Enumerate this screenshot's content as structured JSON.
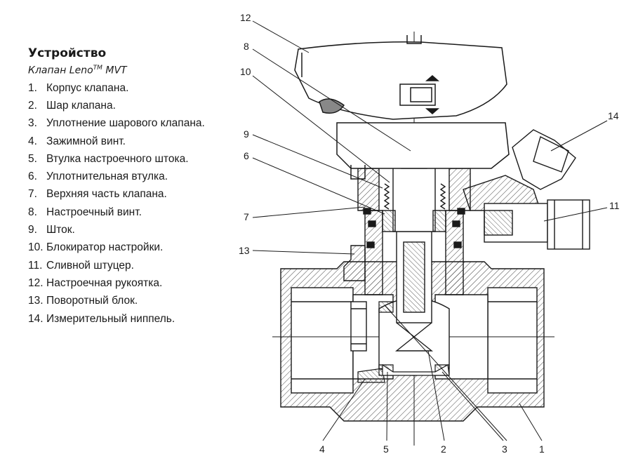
{
  "legend": {
    "title": "Устройство",
    "subtitle_prefix": "Клапан Leno",
    "subtitle_sup": "TM",
    "subtitle_suffix": " MVT",
    "items": [
      {
        "num": "1.",
        "text": "Корпус клапана."
      },
      {
        "num": "2.",
        "text": "Шар клапана."
      },
      {
        "num": "3.",
        "text": "Уплотнение шарового клапана."
      },
      {
        "num": "4.",
        "text": "Зажимной винт."
      },
      {
        "num": "5.",
        "text": "Втулка настроечного штока."
      },
      {
        "num": "6.",
        "text": "Уплотнительная втулка."
      },
      {
        "num": "7.",
        "text": "Верхняя часть клапана."
      },
      {
        "num": "8.",
        "text": "Настроечный винт."
      },
      {
        "num": "9.",
        "text": "Шток."
      },
      {
        "num": "10.",
        "text": "Блокиратор настройки."
      },
      {
        "num": "11.",
        "text": "Сливной штуцер."
      },
      {
        "num": "12.",
        "text": "Настроечная рукоятка."
      },
      {
        "num": "13.",
        "text": "Поворотный блок."
      },
      {
        "num": "14.",
        "text": "Измерительный ниппель."
      }
    ]
  },
  "callouts": {
    "c12": "12",
    "c8": "8",
    "c10": "10",
    "c9": "9",
    "c6": "6",
    "c7": "7",
    "c13": "13",
    "c14": "14",
    "c11": "11",
    "c4": "4",
    "c5": "5",
    "c2": "2",
    "c3": "3",
    "c1": "1"
  }
}
